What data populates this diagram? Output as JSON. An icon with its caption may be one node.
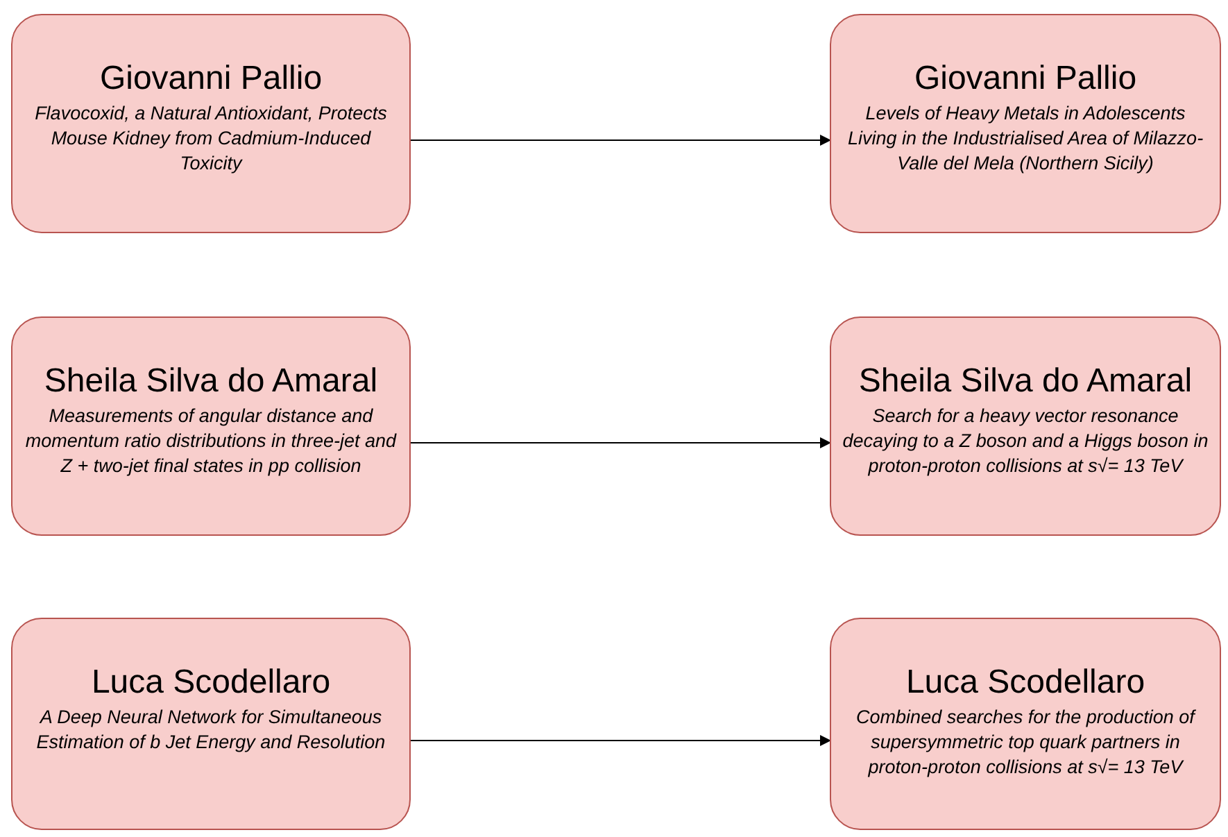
{
  "diagram": {
    "nodes": [
      {
        "text": [
          "Giovanni Pallio",
          "Flavocoxid, a Natural Antioxidant, Protects Mouse Kidney from Cadmium-Induced Toxicity"
        ]
      },
      {
        "text": [
          "Giovanni Pallio",
          "Levels of Heavy Metals in Adolescents Living in the Industrialised Area of Milazzo-Valle del Mela (Northern Sicily)"
        ]
      },
      {
        "text": [
          "Sheila Silva do Amaral",
          "Measurements of angular distance and momentum ratio distributions in three-jet and Z + two-jet final states in pp collision"
        ]
      },
      {
        "text": [
          "Sheila Silva do Amaral",
          "Search for a heavy vector resonance decaying to a Z boson and a Higgs boson in proton-proton collisions at s√= 13 TeV"
        ]
      },
      {
        "text": [
          "Luca Scodellaro",
          "A Deep Neural Network for Simultaneous Estimation of b Jet Energy and Resolution"
        ]
      },
      {
        "text": [
          "Luca Scodellaro",
          "Combined searches for the production of supersymmetric top quark partners in proton-proton collisions at s√= 13 TeV"
        ]
      }
    ],
    "edges": [
      {
        "from": 0,
        "to": 1,
        "arrow": "to"
      },
      {
        "from": 2,
        "to": 3,
        "arrow": "to"
      },
      {
        "from": 4,
        "to": 5,
        "arrow": "to"
      }
    ]
  }
}
